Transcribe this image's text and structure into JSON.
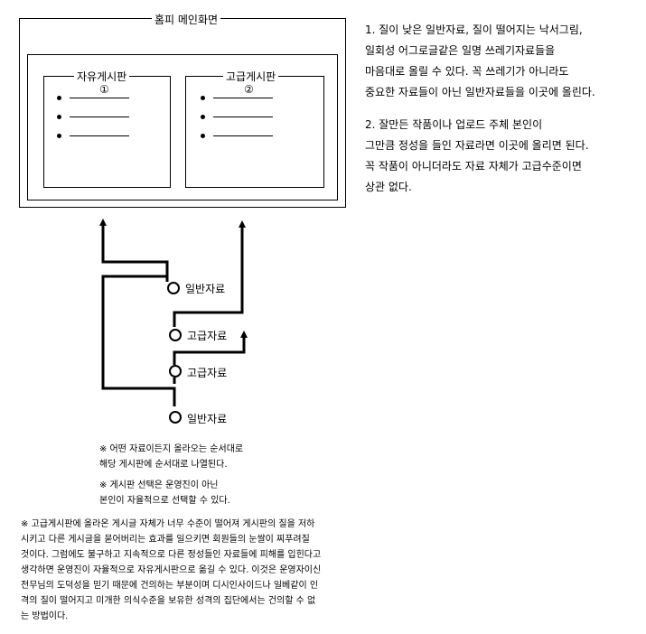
{
  "main_page": {
    "title": "홈피 메인화면",
    "boards": [
      {
        "name": "자유게시판",
        "number": "①"
      },
      {
        "name": "고급게시판",
        "number": "②"
      }
    ]
  },
  "notes": [
    [
      "1. 질이 낮은 일반자료, 질이 떨어지는 낙서그림,",
      "일회성 어그로글같은 일명 쓰레기자료들을",
      "마음대로 올릴 수 있다. 꼭 쓰레기가 아니라도",
      "중요한 자료들이 아닌 일반자료들을 이곳에 올린다."
    ],
    [
      "2. 잘만든 작품이나 업로드 주체 본인이",
      "그만큼 정성을 들인 자료라면 이곳에 올리면 된다.",
      "꼭 작품이 아니더라도 자료 자체가 고급수준이면",
      "상관 없다."
    ]
  ],
  "flow_nodes": [
    "일반자료",
    "고급자료",
    "고급자료",
    "일반자료"
  ],
  "footnotes": [
    [
      "※ 어떤 자료이든지 올라오는 순서대로",
      "해당 게시판에 순서대로 나열된다."
    ],
    [
      "※ 게시판 선택은 운영진이 아닌",
      "본인이 자율적으로 선택할 수 있다."
    ]
  ],
  "bottom_note": [
    "※ 고급게시판에 올라온 게시글 자체가 너무 수준이 떨어져 게시판의 질을 저하",
    "시키고 다른 게시글을 묻어버리는 효과를 일으키면 회원들의 눈쌀이 찌푸려질",
    "것이다. 그럼에도 불구하고 지속적으로 다른 정성들인 자료들에 피해를 입힌다고",
    "생각하면 운영진이 자율적으로 자유게시판으로 옮길 수 있다. 이것은 운영자이신",
    "전무님의 도덕성을 믿기 때문에 건의하는 부분이며 디시인사이드나 일베같이 인",
    "격의 질이 떨어지고 미개한 의식수준을 보유한 성격의 집단에서는 건의할 수 없",
    "는 방법이다."
  ]
}
